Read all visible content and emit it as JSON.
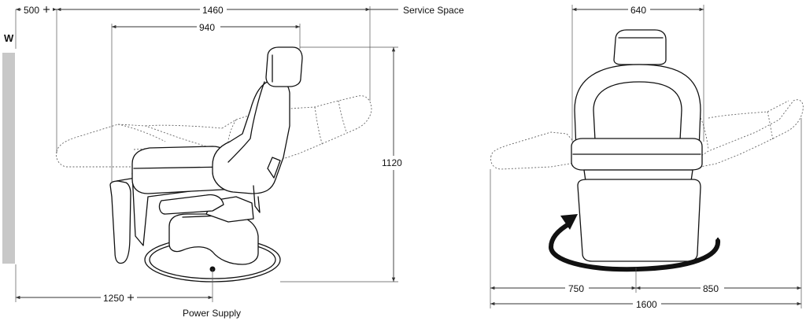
{
  "colors": {
    "wall": "#c8c8c8",
    "line": "#111111",
    "dim_line": "#333333"
  },
  "labels": {
    "wall": "W",
    "service_space": "Service Space",
    "power_supply": "Power Supply"
  },
  "side_view": {
    "dim_wall_clearance": "500",
    "dim_overall_length": "1460",
    "dim_seat_length": "940",
    "dim_height": "1120",
    "dim_power_offset": "1250"
  },
  "front_view": {
    "dim_width": "640",
    "dim_left_span": "750",
    "dim_right_span": "850",
    "dim_total_span": "1600"
  },
  "icons": [
    "rotation-arrow-icon",
    "plus-icon",
    "power-supply-dot-icon"
  ]
}
